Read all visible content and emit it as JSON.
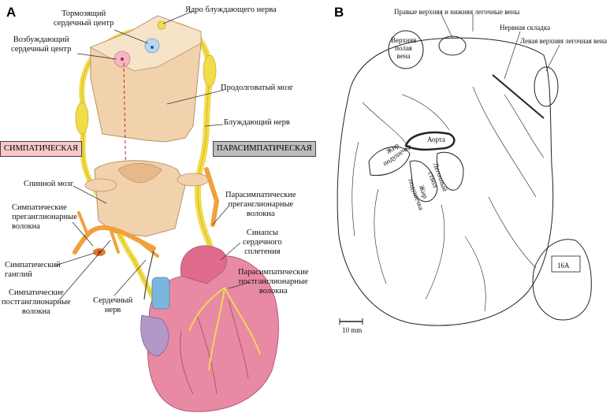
{
  "panel_a": {
    "letter": "A",
    "labels": {
      "vagus_nucleus": "Ядро блуждающего нерва",
      "inhibitory_center": "Тормозящий\nсердечный центр",
      "excitatory_center": "Возбуждающий\nсердечный центр",
      "medulla": "Продолговатый мозг",
      "vagus_nerve": "Блуждающий нерв",
      "sympathetic": "СИМПАТИЧЕСКАЯ",
      "parasympathetic": "ПАРАСИМПАТИЧЕСКАЯ",
      "spinal_cord": "Спинной мозг",
      "symp_preganglionic": "Симпатические\nпреганглионарные\nволокна",
      "symp_ganglion": "Симпатический\nганглий",
      "symp_postganglionic": "Симпатические\nпостганглионарные\nволокна",
      "cardiac_nerve": "Сердечный\nнерв",
      "para_preganglionic": "Парасимпатические\nпреганглионарные\nволокна",
      "cardiac_plexus_synapses": "Синапсы\nсердечного\nсплетения",
      "para_postganglionic": "Парасимпатические\nпостганглионарные\nволокна"
    },
    "colors": {
      "sympathetic_box": "#f7c9c9",
      "parasympathetic_box": "#bdbdbd",
      "nerve_yellow": "#f2dc4a",
      "nerve_orange": "#f0a03c",
      "tissue": "#f1d2ac",
      "heart": "#e88aa4",
      "vessel_blue": "#7cb6dc"
    }
  },
  "panel_b": {
    "letter": "B",
    "labels": {
      "right_pulmonary_veins": "Правые верхняя и нижняя легочные вены",
      "nerve_fold": "Нервная складка",
      "left_superior_pulmonary_vein": "Левая верхняя легочная вена",
      "superior_vena_cava": "Верхняя\nполая\nвена",
      "aorta": "Аорта",
      "pulmonary_trunk": "Легочный\nствол",
      "fat_pad_left": "Жир\nподушечка",
      "fat_pad_right": "Жир\nподушечка",
      "scale_bar": "10 mm",
      "inset": "16A"
    }
  }
}
